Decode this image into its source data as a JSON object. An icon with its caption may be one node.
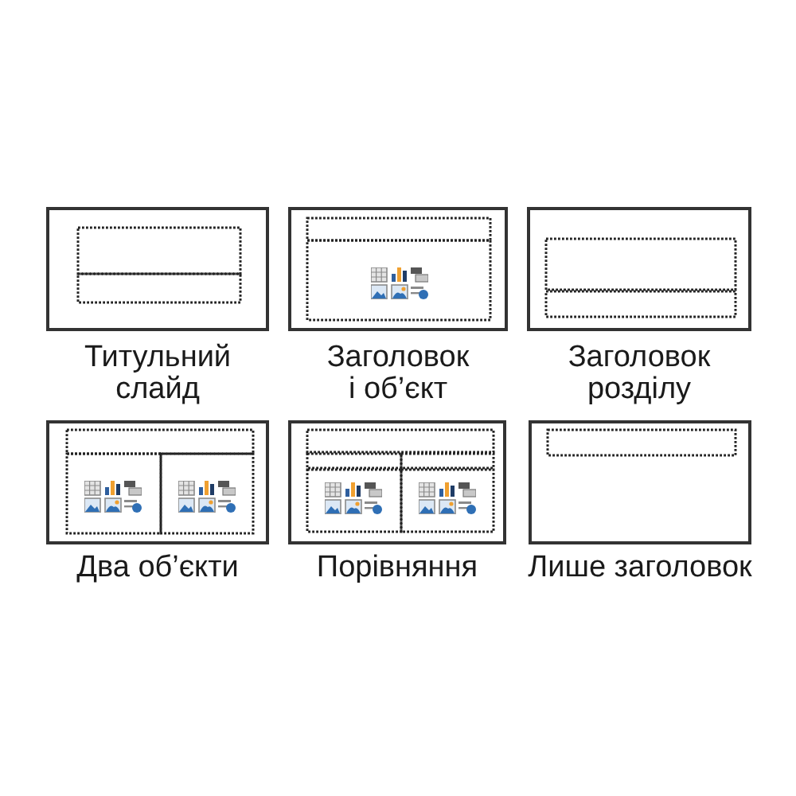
{
  "diagram": {
    "nodes": [
      {
        "text": [],
        "shape": "box",
        "beside": [
          "Титульний слайд"
        ]
      },
      {
        "text": [],
        "shape": "box",
        "beside": [
          "Заголовок і об’єкт"
        ]
      },
      {
        "text": [],
        "shape": "box",
        "beside": [
          "Заголовок розділу"
        ]
      },
      {
        "text": [],
        "shape": "box",
        "beside": [
          "Два об’єкти"
        ]
      },
      {
        "text": [],
        "shape": "box",
        "beside": [
          "Порівняння"
        ]
      },
      {
        "text": [],
        "shape": "box",
        "beside": [
          "Лише заголовок"
        ]
      }
    ]
  }
}
